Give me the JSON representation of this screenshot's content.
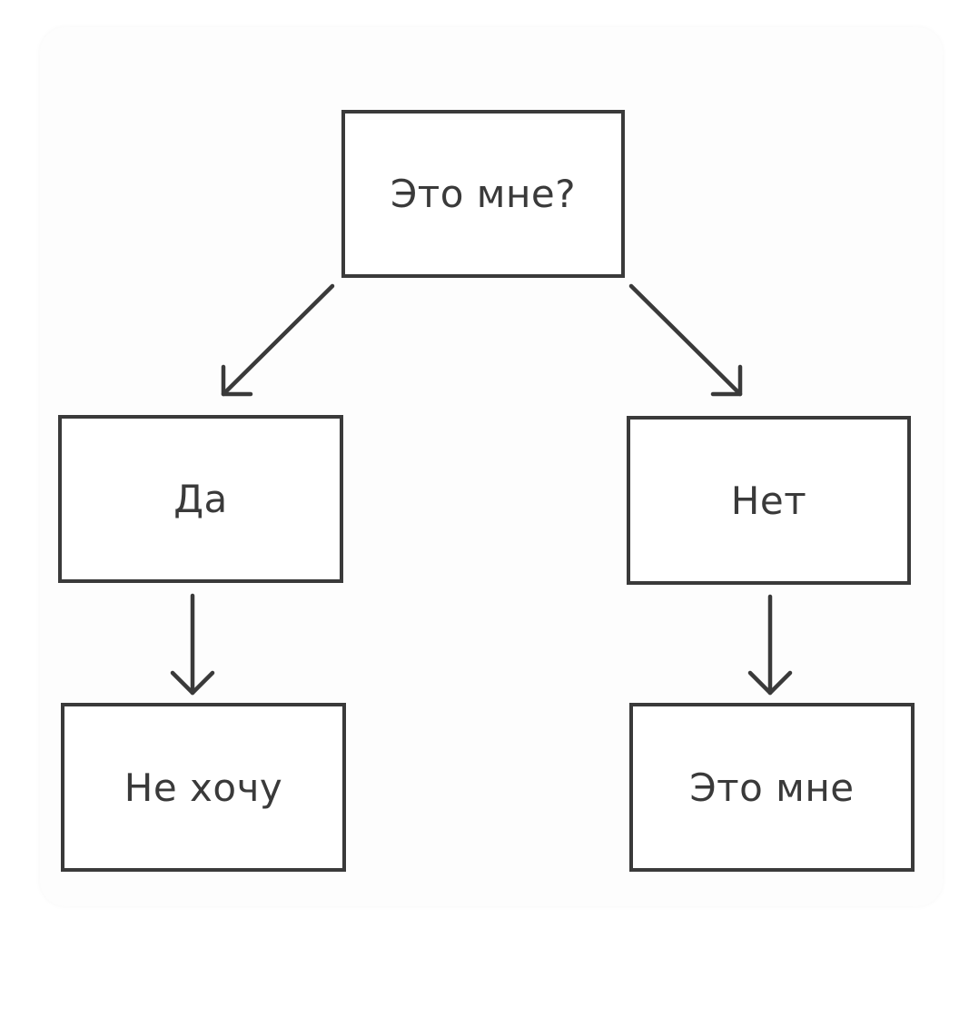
{
  "diagram": {
    "nodes": [
      {
        "id": "root",
        "label": "Это мне?"
      },
      {
        "id": "yes",
        "label": "Да"
      },
      {
        "id": "no",
        "label": "Нет"
      },
      {
        "id": "yes_result",
        "label": "Не хочу"
      },
      {
        "id": "no_result",
        "label": "Это мне"
      }
    ],
    "edges": [
      {
        "from": "root",
        "to": "yes"
      },
      {
        "from": "root",
        "to": "no"
      },
      {
        "from": "yes",
        "to": "yes_result"
      },
      {
        "from": "no",
        "to": "no_result"
      }
    ],
    "colors": {
      "stroke": "#3a3a3a",
      "background": "#ffffff"
    }
  }
}
